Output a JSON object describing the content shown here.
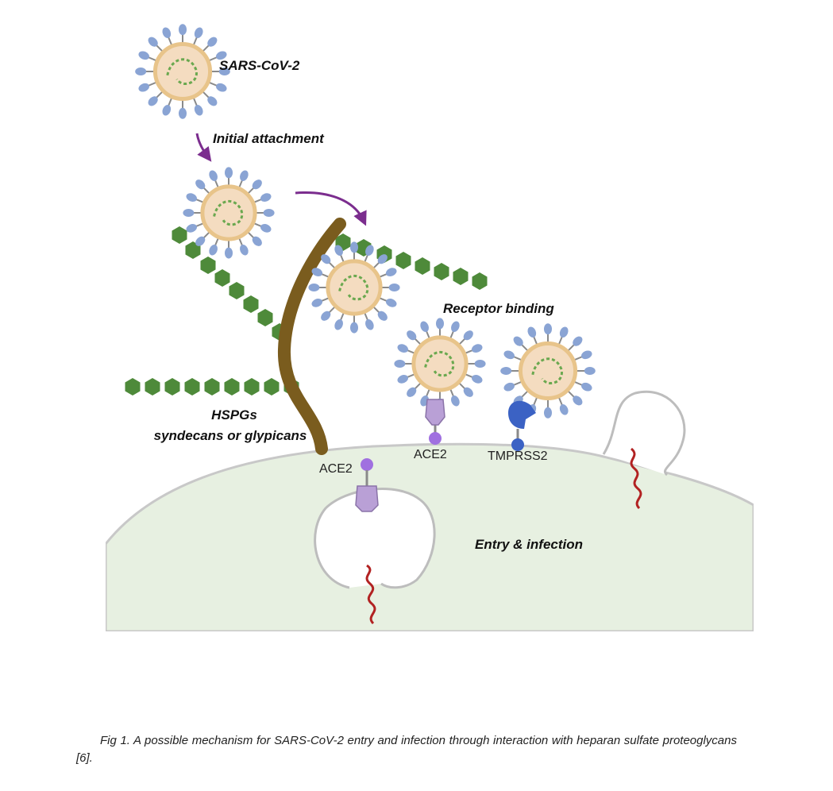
{
  "labels": {
    "virus": "SARS-CoV-2",
    "attachment": "Initial attachment",
    "receptor_binding": "Receptor binding",
    "hspgs_line1": "HSPGs",
    "hspgs_line2": "syndecans or glypicans",
    "ace2_left": "ACE2",
    "ace2_mid": "ACE2",
    "tmprss2": "TMPRSS2",
    "entry": "Entry & infection"
  },
  "caption": "Fig 1. A possible mechanism for SARS-CoV-2 entry and infection through interaction with heparan sulfate proteoglycans [6].",
  "colors": {
    "cell_fill": "#e7f0e1",
    "membrane": "#c8c8c8",
    "virus_core": "#f4dcc0",
    "virus_rim": "#e8c48a",
    "spike": "#8aa4d4",
    "hspg_stem": "#7a5c1e",
    "glycan": "#4e8a3a",
    "arrow": "#7b2d8e",
    "ace2": "#b9a0d6",
    "ace2_ball": "#a070e0",
    "tmprss2": "#3b62c4",
    "rna_red": "#b22222",
    "rna_green": "#6aa84f"
  }
}
